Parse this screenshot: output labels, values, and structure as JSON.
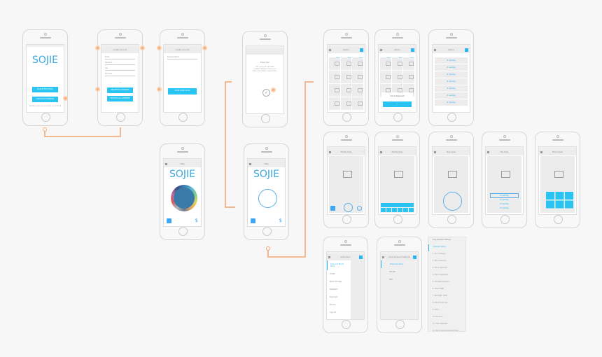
{
  "colors": {
    "accent": "#29c4f2",
    "connector": "#f4a36c",
    "frame": "#d6d6d6"
  },
  "login": {
    "logo": "SOJIE",
    "signup": "SIGN UP WITH EMAIL",
    "facebook": "LOGIN WITH FACEBOOK",
    "footer": "Already have an account? Log in here"
  },
  "create": {
    "title": "Create Account",
    "fields": [
      "Email",
      "Password",
      "Age",
      "Zip Code"
    ],
    "or": "or",
    "btn1": "REGISTER AS BUSINESS",
    "btn2": "REGISTER AS CONSUMER"
  },
  "create2": {
    "title": "Create Account",
    "field": "Business Name",
    "btn": "START SOME VALUE"
  },
  "thanks": {
    "title": "Thank You!",
    "body": "Your account has been created. Please check your inbox for further instructions."
  },
  "gallery": {
    "title": "Gallery",
    "badge": "New",
    "number": "1",
    "add_label": "Add to Keyboard"
  },
  "hashtags": {
    "title": "Gallery",
    "items": [
      "# hashtag",
      "# hashtag",
      "# hashtag",
      "# hashtag",
      "# hashtag",
      "# hashtag",
      "# hashtag"
    ]
  },
  "home": {
    "title": "SoJie",
    "logo": "SOJIE",
    "currency": "$"
  },
  "edit": {
    "screens": [
      "Modify Sojie",
      "Modify Sojie",
      "New Sojie",
      "Tag Sojie",
      "Brand Sojie"
    ],
    "tags": [
      "# hashtag",
      "# hashtag",
      "# hashtag",
      "# hashtag"
    ]
  },
  "menu": {
    "title": "Sojie Menu",
    "items": [
      "Sojie and Brand Store",
      "Profile",
      "Share the App",
      "Feedback",
      "Keyboard",
      "Privacy",
      "Log out"
    ]
  },
  "kbsettings": {
    "title": "Sojie Keyboard Settings",
    "items": [
      "Keyboard Setup",
      "Tutorial",
      "FAQ"
    ]
  },
  "setup": {
    "title": "Sojie Keyboard Settings",
    "items": [
      "Keyboard Setup",
      "1. Go to Settings",
      "2. Tap on General",
      "3. Tap on Keyboard",
      "4. Tap on Keyboards",
      "5. Add New Keyboard",
      "6. Select SOJIE",
      "7. Tap SOJIE - SOJIE",
      "8. Allow Full Access",
      "9. Allow",
      "10. Tap Done",
      "11. Open Messages",
      "12. Tap the globe and select Sojie"
    ]
  }
}
